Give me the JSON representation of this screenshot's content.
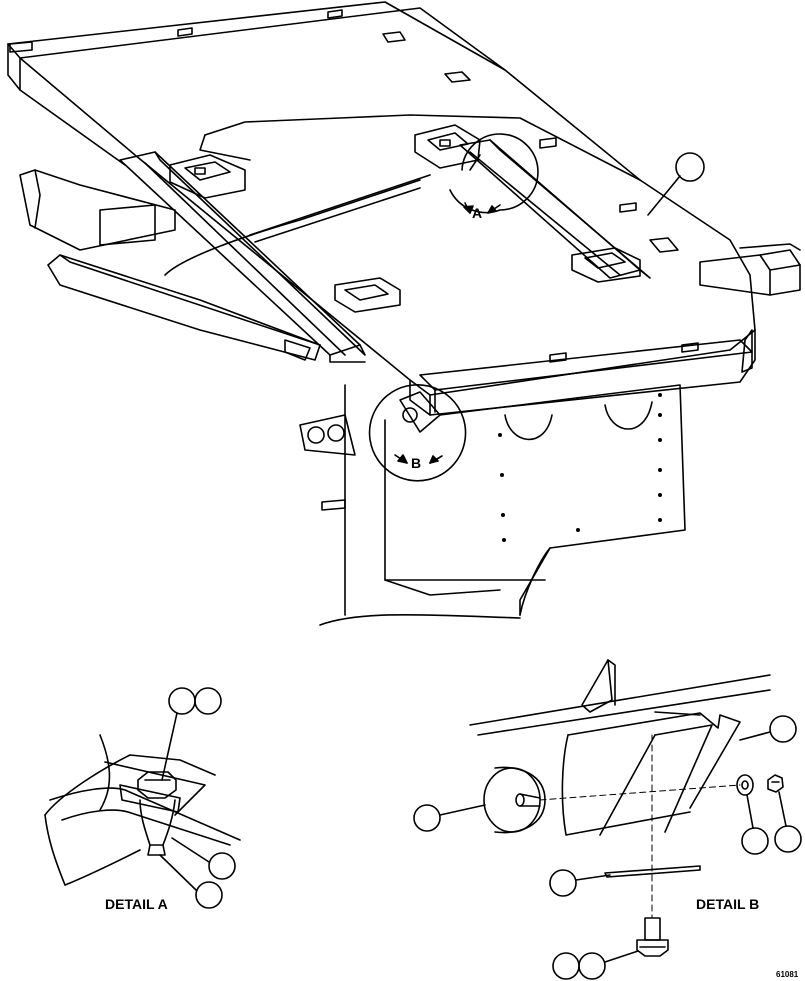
{
  "figure": {
    "callout_letters": [
      "A",
      "B"
    ],
    "detail_a_title": "DETAIL A",
    "detail_b_title": "DETAIL B",
    "figure_code": "61081"
  },
  "colors": {
    "line": "#000000",
    "background": "#ffffff"
  }
}
